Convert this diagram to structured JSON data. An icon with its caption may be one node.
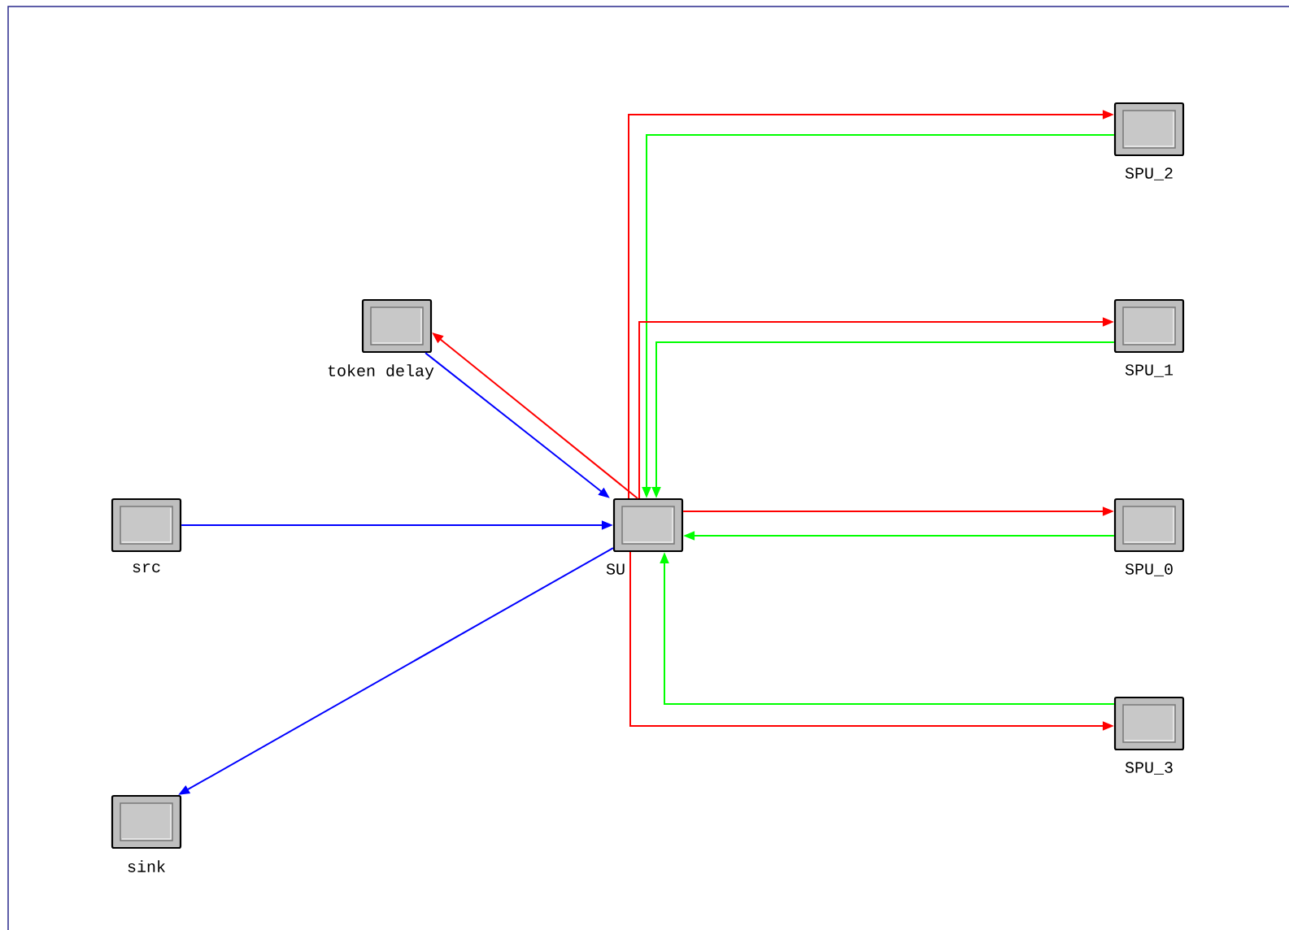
{
  "diagram": {
    "nodes": [
      {
        "text": [
          "SPU_2"
        ]
      },
      {
        "text": [
          "token delay"
        ]
      },
      {
        "text": [
          "SPU_1"
        ]
      },
      {
        "text": [
          "src"
        ]
      },
      {
        "text": [
          "SU"
        ]
      },
      {
        "text": [
          "SPU_0"
        ]
      },
      {
        "text": [
          "SPU_3"
        ]
      },
      {
        "text": [
          "sink"
        ]
      }
    ],
    "edges": [
      {
        "from": 3,
        "to": 4,
        "arrow": "to",
        "color": "#0000ff"
      },
      {
        "from": 4,
        "to": 7,
        "arrow": "to",
        "color": "#0000ff"
      },
      {
        "from": 1,
        "to": 4,
        "arrow": "to",
        "color": "#0000ff"
      },
      {
        "from": 4,
        "to": 1,
        "arrow": "to",
        "color": "#ff0000"
      },
      {
        "from": 4,
        "to": 0,
        "arrow": "to",
        "color": "#ff0000"
      },
      {
        "from": 0,
        "to": 4,
        "arrow": "to",
        "color": "#00ff00"
      },
      {
        "from": 4,
        "to": 2,
        "arrow": "to",
        "color": "#ff0000"
      },
      {
        "from": 2,
        "to": 4,
        "arrow": "to",
        "color": "#00ff00"
      },
      {
        "from": 4,
        "to": 5,
        "arrow": "to",
        "color": "#ff0000"
      },
      {
        "from": 5,
        "to": 4,
        "arrow": "to",
        "color": "#00ff00"
      },
      {
        "from": 4,
        "to": 6,
        "arrow": "to",
        "color": "#ff0000"
      },
      {
        "from": 6,
        "to": 4,
        "arrow": "to",
        "color": "#00ff00"
      }
    ]
  }
}
